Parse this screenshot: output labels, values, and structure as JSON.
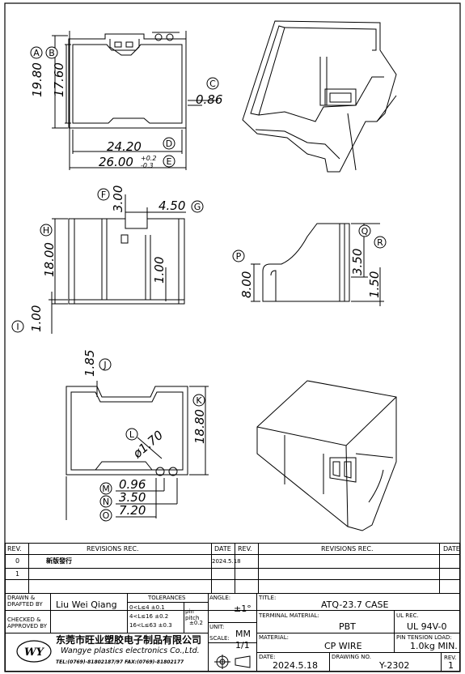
{
  "dimensions": {
    "d_1980": "19.80",
    "d_1760": "17.60",
    "d_086": "0.86",
    "d_2420": "24.20",
    "d_2600": "26.00",
    "d_2600_tol_up": "+0.2",
    "d_2600_tol_dn": "-0.3",
    "d_300": "3.00",
    "d_450": "4.50",
    "d_1800": "18.00",
    "d_100_inner": "1.00",
    "d_100_bottom": "1.00",
    "d_800": "8.00",
    "d_350_side": "3.50",
    "d_150": "1.50",
    "d_185": "1.85",
    "d_1880": "18.80",
    "d_dia170": "ø1.70",
    "d_096": "0.96",
    "d_350_bottom": "3.50",
    "d_720": "7.20"
  },
  "labels": {
    "A": "A",
    "B": "B",
    "C": "C",
    "D": "D",
    "E": "E",
    "F": "F",
    "G": "G",
    "H": "H",
    "I": "I",
    "J": "J",
    "K": "K",
    "L": "L",
    "M": "M",
    "N": "N",
    "O": "O",
    "P": "P",
    "Q": "Q",
    "R": "R"
  },
  "title_block": {
    "rev_header": "REV.",
    "revisions_header": "REVISIONS  REC.",
    "date_header": "DATE",
    "rev_rows": [
      {
        "rev": "0",
        "text": "新版發行",
        "date": "2024.5.18"
      },
      {
        "rev": "1",
        "text": "",
        "date": ""
      }
    ],
    "drawn_label": "DRAWN &\nDRAFTED BY",
    "drawn_by": "Liu Wei Qiang",
    "checked_label": "CHECKED &\nAPPROVED BY",
    "tolerances_header": "TOLERANCES",
    "tol_rows": [
      "0<L≤4   ±0.1",
      "4<L≤16  ±0.2",
      "16<L≤63  ±0.3"
    ],
    "pin_pitch_label": "pin pitch",
    "pin_pitch_value": "±0.2",
    "angle_label": "ANGLE:",
    "angle_value": "±1°",
    "unit_label": "UNIT:",
    "unit_value": "MM",
    "scale_label": "SCALE:",
    "scale_value": "1/1",
    "title_label": "TITLE:",
    "title_value": "ATQ-23.7  CASE",
    "terminal_label": "TERMINAL MATERIAL:",
    "terminal_value": "PBT",
    "ul_label": "UL REC.",
    "ul_value": "UL  94V-0",
    "material_label": "MATERIAL:",
    "material_value": "CP  WIRE",
    "pin_tension_label": "PIN TENSION LOAD:",
    "pin_tension_value": "1.0kg  MIN.",
    "date_label": "DATE:",
    "date_value": "2024.5.18",
    "drawing_no_label": "DRAWING NO.",
    "drawing_no_value": "Y-2302",
    "rev_label": "REV.",
    "rev_value": "1",
    "logo_text": "WY",
    "company_cn": "东莞市旺业塑胶电子制品有限公司",
    "company_en": "Wangye plastics electronics Co.,Ltd.",
    "company_contact": "TEL:(0769)-81802187/97  FAX:(0769)-81802177"
  }
}
